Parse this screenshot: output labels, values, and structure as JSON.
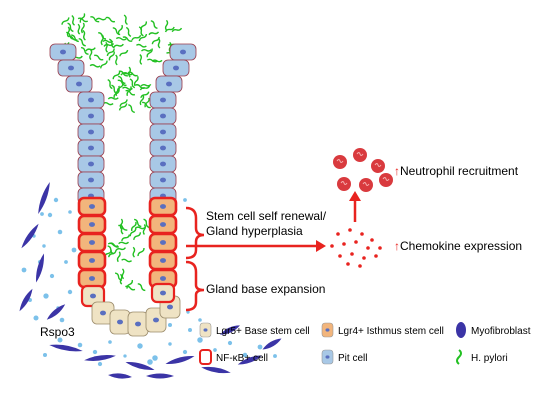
{
  "labels": {
    "stem_cell_renewal": [
      "Stem cell self renewal/",
      "Gland hyperplasia"
    ],
    "gland_base_expansion": "Gland base expansion",
    "neutrophil_recruitment": "Neutrophil recruitment",
    "chemokine_expression": "Chemokine expression",
    "rspo3": "Rspo3",
    "up_arrow": "↑"
  },
  "legend": [
    {
      "key": "lgr5",
      "label": "Lgr5+ Base stem cell",
      "icon": "lgr5-cell-icon",
      "color": "#efe3c4"
    },
    {
      "key": "lgr4",
      "label": "Lgr4+ Isthmus stem cell",
      "icon": "lgr4-cell-icon",
      "color": "#f2b57c"
    },
    {
      "key": "myo",
      "label": "Myofibroblast",
      "icon": "myofibroblast-icon",
      "color": "#3b34a6"
    },
    {
      "key": "nfkb",
      "label": "NF-κB+ cell",
      "icon": "nfkb-cell-icon",
      "color": "#e8231f"
    },
    {
      "key": "pit",
      "label": "Pit cell",
      "icon": "pit-cell-icon",
      "color": "#a8c8e6"
    },
    {
      "key": "hpylori",
      "label": "H. pylori",
      "icon": "h-pylori-icon",
      "color": "#22c022"
    }
  ],
  "colors": {
    "pit": "#a8c8e6",
    "pit_border": "#9a3a4a",
    "base": "#efe3c4",
    "isthmus": "#f2b57c",
    "nfkb": "#e8231f",
    "nucleus": "#5a6fc0",
    "myofibroblast": "#3b34a6",
    "dot": "#7cc1ea",
    "bacteria": "#22c022",
    "neutrophil": "#d93a3e",
    "chemokine": "#e8231f"
  }
}
